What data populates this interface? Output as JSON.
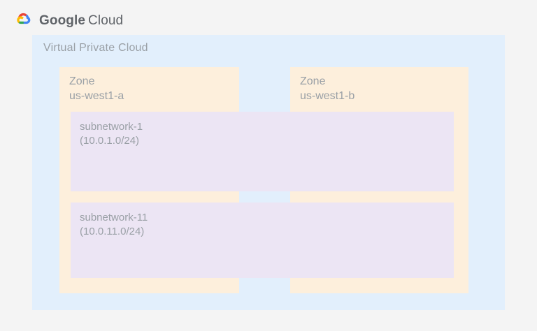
{
  "header": {
    "logo_icon": "google-cloud-logo-icon",
    "brand_primary": "Google",
    "brand_secondary": "Cloud",
    "text_color": "#5f6368"
  },
  "diagram": {
    "vpc": {
      "label": "Virtual Private Cloud",
      "color": "#e2effc"
    },
    "zones": [
      {
        "title": "Zone",
        "name": "us-west1-a",
        "color": "#fdefdc"
      },
      {
        "title": "Zone",
        "name": "us-west1-b",
        "color": "#fdefdc"
      }
    ],
    "subnetworks": [
      {
        "name": "subnetwork-1",
        "cidr": "(10.0.1.0/24)",
        "color": "#ece5f4"
      },
      {
        "name": "subnetwork-11",
        "cidr": "(10.0.11.0/24)",
        "color": "#ece5f4"
      }
    ],
    "label_color": "#9aa0a6",
    "page_background": "#f4f4f4"
  }
}
